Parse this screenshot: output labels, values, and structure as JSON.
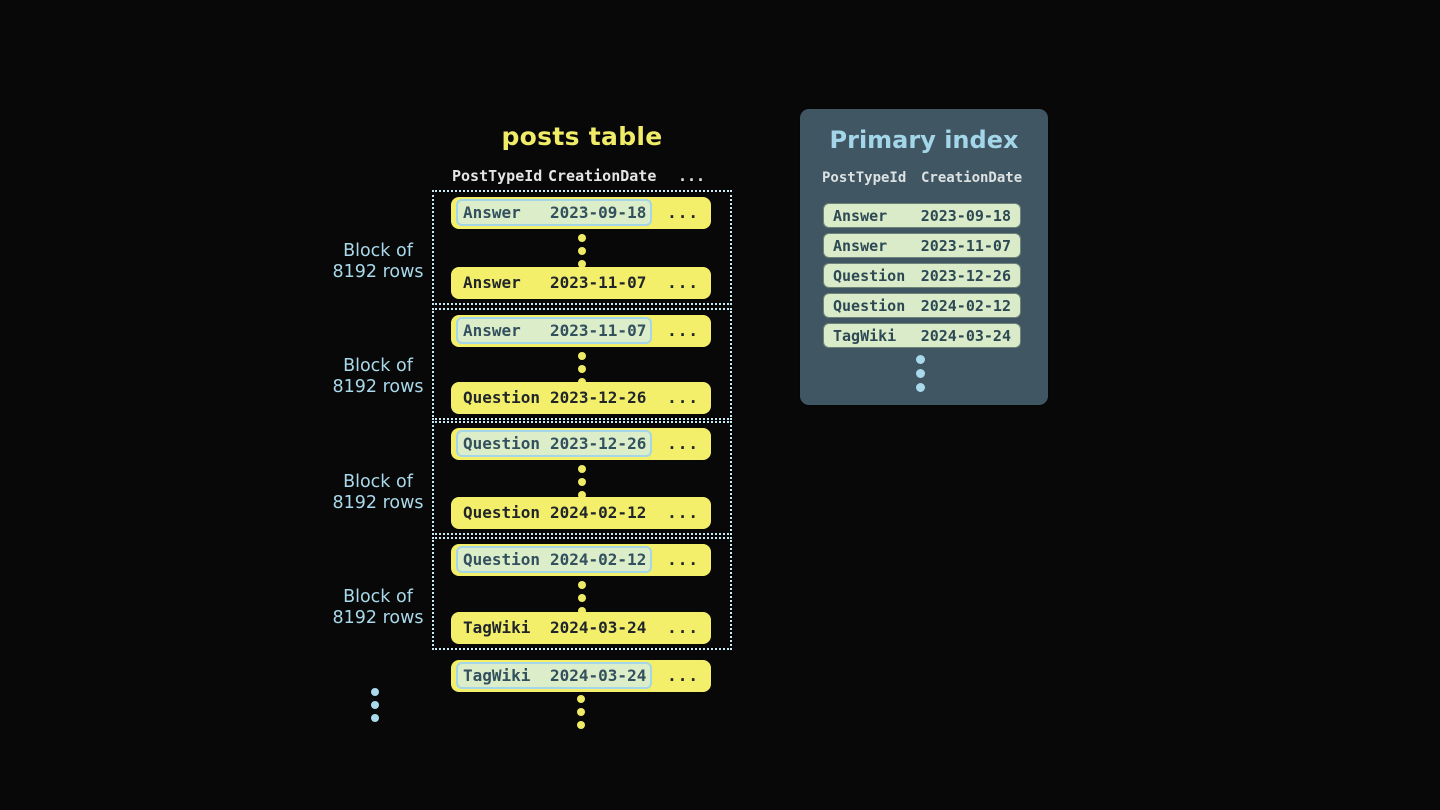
{
  "page": {
    "background": "#080808"
  },
  "colors": {
    "row_yellow": "#f4ef6b",
    "title_yellow": "#f0ec68",
    "highlight_green": "#dcedca",
    "highlight_border_blue": "#a2d6e8",
    "block_dotted_border": "#c9e9f5",
    "label_blue": "#a9d9ea",
    "panel_slate": "#415663",
    "panel_title_blue": "#a3d6e9",
    "dark_text": "#1f252a",
    "slate_text": "#32505e"
  },
  "posts_table": {
    "title": "posts table",
    "columns": {
      "col1": "PostTypeId",
      "col2": "CreationDate",
      "col3": "..."
    },
    "block_label": {
      "line1": "Block of",
      "line2": "8192 rows"
    },
    "blocks": [
      {
        "first": {
          "type": "Answer",
          "date": "2023-09-18",
          "more": "..."
        },
        "last": {
          "type": "Answer",
          "date": "2023-11-07",
          "more": "..."
        }
      },
      {
        "first": {
          "type": "Answer",
          "date": "2023-11-07",
          "more": "..."
        },
        "last": {
          "type": "Question",
          "date": "2023-12-26",
          "more": "..."
        }
      },
      {
        "first": {
          "type": "Question",
          "date": "2023-12-26",
          "more": "..."
        },
        "last": {
          "type": "Question",
          "date": "2024-02-12",
          "more": "..."
        }
      },
      {
        "first": {
          "type": "Question",
          "date": "2024-02-12",
          "more": "..."
        },
        "last": {
          "type": "TagWiki",
          "date": "2024-03-24",
          "more": "..."
        }
      }
    ],
    "overflow_row": {
      "type": "TagWiki",
      "date": "2024-03-24",
      "more": "..."
    }
  },
  "primary_index": {
    "title": "Primary index",
    "columns": {
      "col1": "PostTypeId",
      "col2": "CreationDate"
    },
    "rows": [
      {
        "type": "Answer",
        "date": "2023-09-18"
      },
      {
        "type": "Answer",
        "date": "2023-11-07"
      },
      {
        "type": "Question",
        "date": "2023-12-26"
      },
      {
        "type": "Question",
        "date": "2024-02-12"
      },
      {
        "type": "TagWiki",
        "date": "2024-03-24"
      }
    ]
  }
}
